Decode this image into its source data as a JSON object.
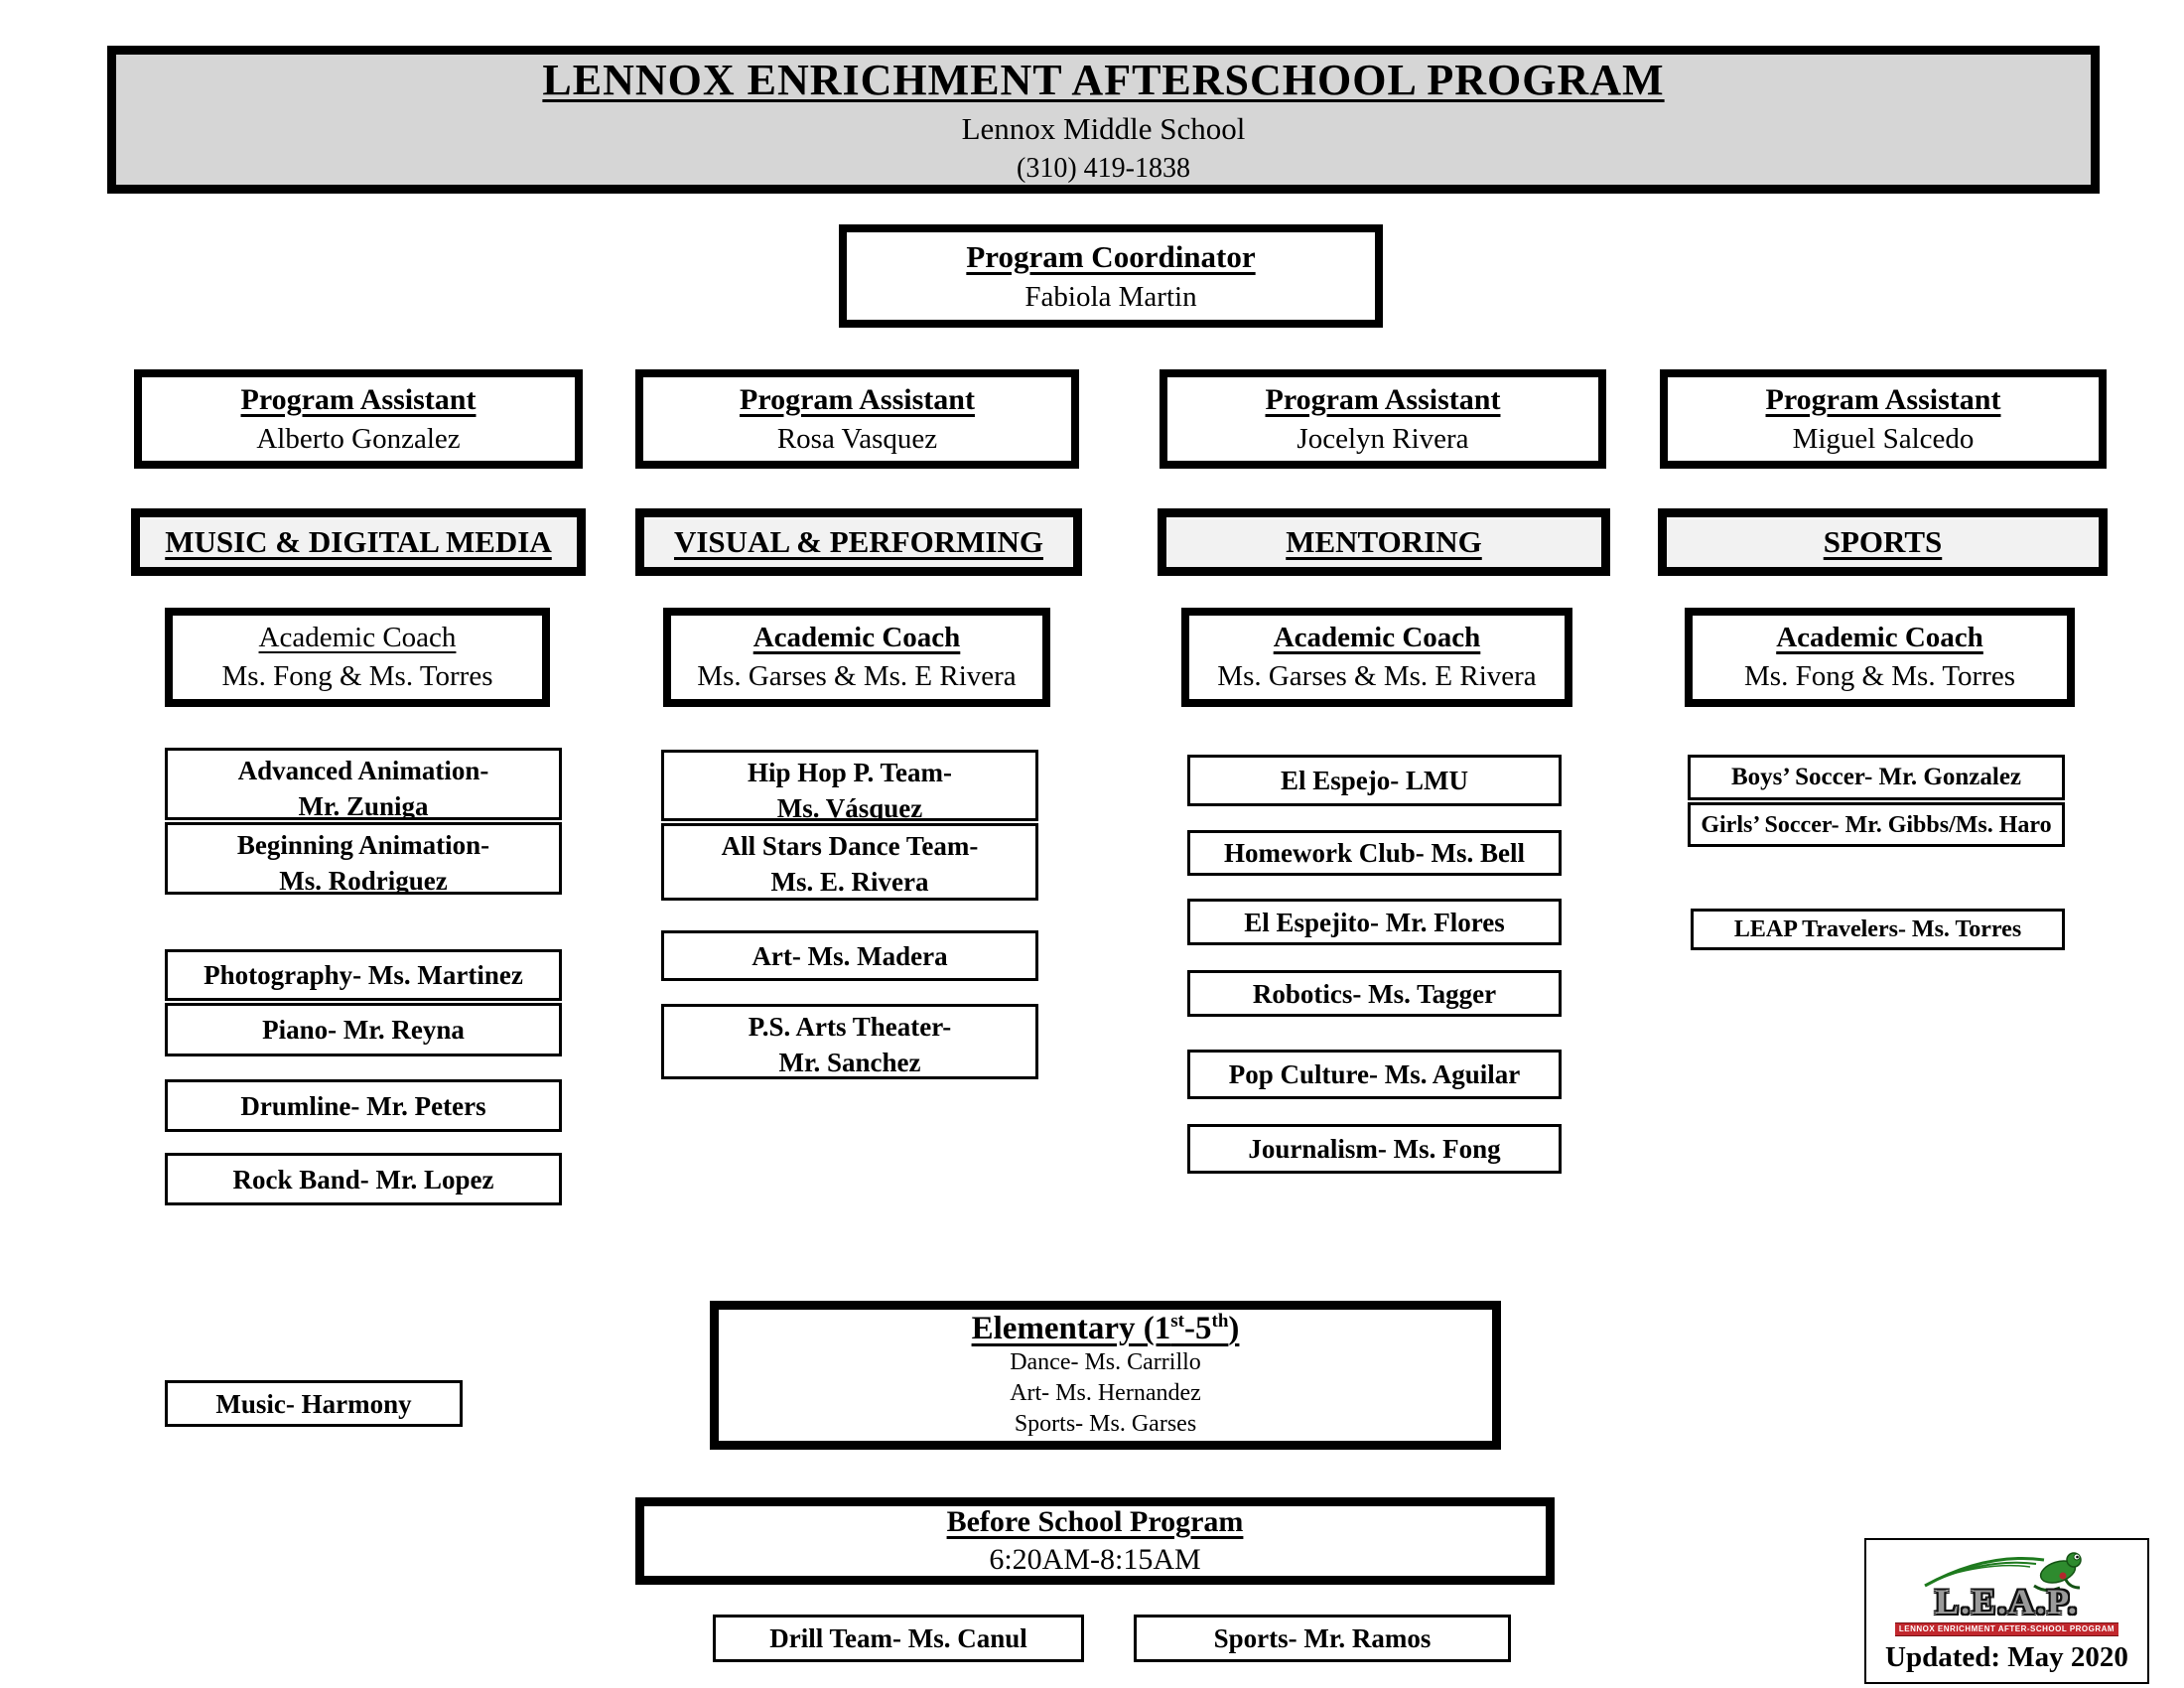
{
  "header": {
    "title": "LENNOX ENRICHMENT AFTERSCHOOL PROGRAM",
    "subtitle": "Lennox Middle School",
    "phone": "(310) 419-1838"
  },
  "coordinator": {
    "title": "Program Coordinator",
    "name": "Fabiola Martin"
  },
  "columns": [
    {
      "assistant_title": "Program Assistant",
      "assistant_name": "Alberto Gonzalez",
      "category": "MUSIC & DIGITAL MEDIA",
      "coach_title": "Academic Coach",
      "coach_names": "Ms. Fong & Ms. Torres",
      "activities": {
        "advanced_animation": {
          "line1": "Advanced Animation-",
          "line2": "Mr. Zuniga"
        },
        "beginning_animation": {
          "line1": "Beginning Animation-",
          "line2": "Ms. Rodriguez"
        },
        "photography": "Photography- Ms. Martinez",
        "piano": "Piano- Mr. Reyna",
        "drumline": "Drumline- Mr. Peters",
        "rock_band": "Rock Band- Mr. Lopez",
        "music": "Music- Harmony"
      }
    },
    {
      "assistant_title": "Program Assistant",
      "assistant_name": "Rosa Vasquez",
      "category": "VISUAL & PERFORMING",
      "coach_title": "Academic Coach",
      "coach_names": "Ms. Garses & Ms. E Rivera",
      "activities": {
        "hip_hop": {
          "line1": "Hip Hop P. Team-",
          "line2": "Ms. Vásquez"
        },
        "all_stars": {
          "line1": "All Stars Dance Team-",
          "line2": "Ms. E. Rivera"
        },
        "art": "Art- Ms. Madera",
        "ps_arts_theater": {
          "line1": "P.S. Arts Theater-",
          "line2": "Mr. Sanchez"
        }
      }
    },
    {
      "assistant_title": "Program Assistant",
      "assistant_name": "Jocelyn Rivera",
      "category": "MENTORING",
      "coach_title": "Academic Coach",
      "coach_names": "Ms. Garses & Ms. E Rivera",
      "activities": {
        "el_espejo": "El Espejo- LMU",
        "homework_club": "Homework Club- Ms. Bell",
        "el_espejito": "El Espejito- Mr. Flores",
        "robotics": "Robotics- Ms. Tagger",
        "pop_culture": "Pop Culture- Ms. Aguilar",
        "journalism": "Journalism- Ms. Fong"
      }
    },
    {
      "assistant_title": "Program Assistant",
      "assistant_name": "Miguel Salcedo",
      "category": "SPORTS",
      "coach_title": "Academic Coach",
      "coach_names": "Ms. Fong & Ms. Torres",
      "activities": {
        "boys_soccer": "Boys’ Soccer- Mr. Gonzalez",
        "girls_soccer": "Girls’ Soccer- Mr. Gibbs/Ms. Haro",
        "leap_travelers": "LEAP Travelers- Ms. Torres"
      }
    }
  ],
  "elementary": {
    "title_prefix": "Elementary (1",
    "sup1": "st",
    "mid": "-5",
    "sup2": "th",
    "suffix": ")",
    "lines": [
      "Dance- Ms. Carrillo",
      "Art- Ms. Hernandez",
      "Sports- Ms. Garses"
    ]
  },
  "before_school": {
    "title": "Before School Program",
    "time": "6:20AM-8:15AM"
  },
  "bottom": {
    "drill_team": "Drill Team- Ms. Canul",
    "sports": "Sports- Mr. Ramos"
  },
  "logo": {
    "acronym": "L.E.A.P.",
    "tagline": "LENNOX ENRICHMENT AFTER-SCHOOL PROGRAM",
    "updated": "Updated: May 2020"
  },
  "colors": {
    "header_bg": "#d6d6d6",
    "category_bg": "#f2f2f2",
    "logo_red": "#c1272d",
    "logo_green": "#1e7a1e"
  }
}
